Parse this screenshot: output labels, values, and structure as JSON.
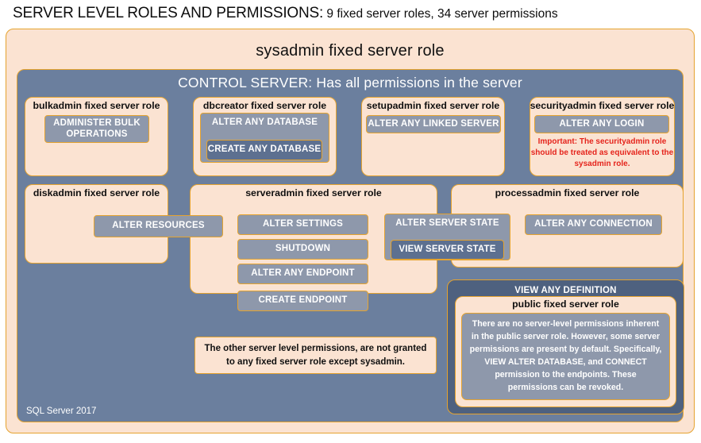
{
  "title": {
    "strong": "SERVER LEVEL ROLES AND PERMISSIONS:",
    "rest": " 9 fixed server roles, 34 server permissions"
  },
  "colors": {
    "peach_fill": "#fbe3d2",
    "slate_fill": "#6b7f9e",
    "dark_slate_fill": "#4e617f",
    "permission_fill": "#8e98ab",
    "permission_fill_dark": "#5d7090",
    "gold_border": "#e5a32f",
    "warning_red": "#e5241c",
    "white_text": "#ffffff"
  },
  "sysadmin": {
    "label": "sysadmin fixed server role"
  },
  "control_server": {
    "label": "CONTROL SERVER: Has all permissions in the server"
  },
  "roles": {
    "bulkadmin": {
      "label": "bulkadmin fixed server role",
      "permissions": {
        "administer_bulk_operations": "ADMINISTER  BULK OPERATIONS"
      }
    },
    "dbcreator": {
      "label": "dbcreator fixed server role",
      "permissions": {
        "alter_any_database": "ALTER ANY DATABASE",
        "create_any_database": "CREATE  ANY DATABASE"
      }
    },
    "setupadmin": {
      "label": "setupadmin fixed server role",
      "permissions": {
        "alter_any_linked_server": "ALTER ANY LINKED SERVER"
      }
    },
    "securityadmin": {
      "label": "securityadmin fixed server role",
      "permissions": {
        "alter_any_login": "ALTER ANY LOGIN"
      },
      "warning": "Important:  The securityadmin role should  be treated as equivalent to the  sysadmin role."
    },
    "diskadmin": {
      "label": "diskadmin fixed server role",
      "permissions": {
        "alter_resources": "ALTER RESOURCES"
      }
    },
    "serveradmin": {
      "label": "serveradmin fixed server role",
      "permissions": {
        "alter_settings": "ALTER SETTINGS",
        "shutdown": "SHUTDOWN",
        "alter_any_endpoint": "ALTER ANY ENDPOINT",
        "create_endpoint": "CREATE  ENDPOINT",
        "alter_server_state": "ALTER SERVER  STATE",
        "view_server_state": "VIEW SERVER  STATE"
      }
    },
    "processadmin": {
      "label": "processadmin fixed server role",
      "permissions": {
        "alter_any_connection": "ALTER ANY CONNECTION"
      }
    },
    "public": {
      "view_any_definition": "VIEW ANY DEFINITION",
      "label": "public  fixed server role",
      "description": "There are no server-level permissions inherent in the public server role. However, some server permissions are present by default. Specifically, VIEW ALTER DATABASE, and CONNECT permission to the endpoints. These permissions can be revoked."
    }
  },
  "other_permissions_note": "The other server level permissions,  are not granted to any fixed server role except sysadmin.",
  "footer": {
    "version": "SQL Server 2017"
  }
}
